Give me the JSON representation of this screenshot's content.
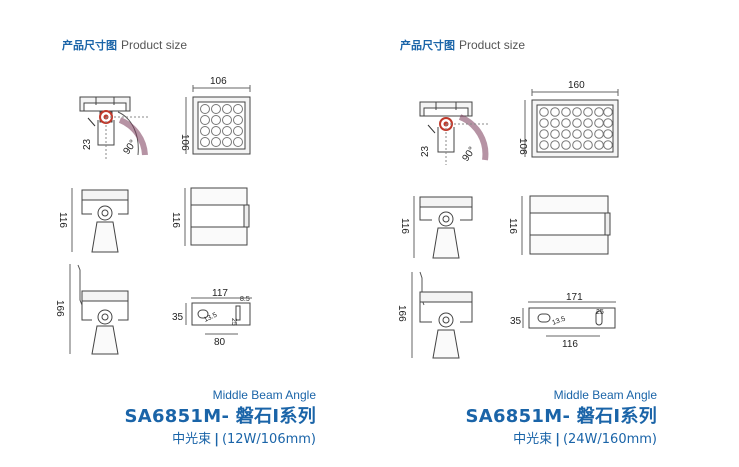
{
  "left": {
    "section_title_zh": "产品尺寸图",
    "section_title_en": "Product size",
    "dims": {
      "width_top": "106",
      "height_front": "106",
      "a23": "23",
      "angle": "90°",
      "h116_a": "116",
      "h116_b": "116",
      "h166": "166",
      "w117": "117",
      "h35": "35",
      "w80": "80",
      "hole_a": "13.5",
      "hole_b": "25",
      "hole_c": "8.5"
    },
    "footer": {
      "beam": "Middle Beam Angle",
      "model": "SA6851M- 磐石Ⅰ系列",
      "spec_zh": "中光束",
      "spec_detail": "(12W/106mm)"
    }
  },
  "right": {
    "section_title_zh": "产品尺寸图",
    "section_title_en": "Product size",
    "dims": {
      "width_top": "160",
      "height_front": "106",
      "a23": "23",
      "angle": "90°",
      "h116_a": "116",
      "h116_b": "116",
      "h166": "166",
      "w171": "171",
      "h35": "35",
      "w116": "116",
      "hole_a": "13.5",
      "hole_b": "25"
    },
    "footer": {
      "beam": "Middle Beam Angle",
      "model": "SA6851M- 磐石Ⅰ系列",
      "spec_zh": "中光束",
      "spec_detail": "(24W/160mm)"
    }
  }
}
